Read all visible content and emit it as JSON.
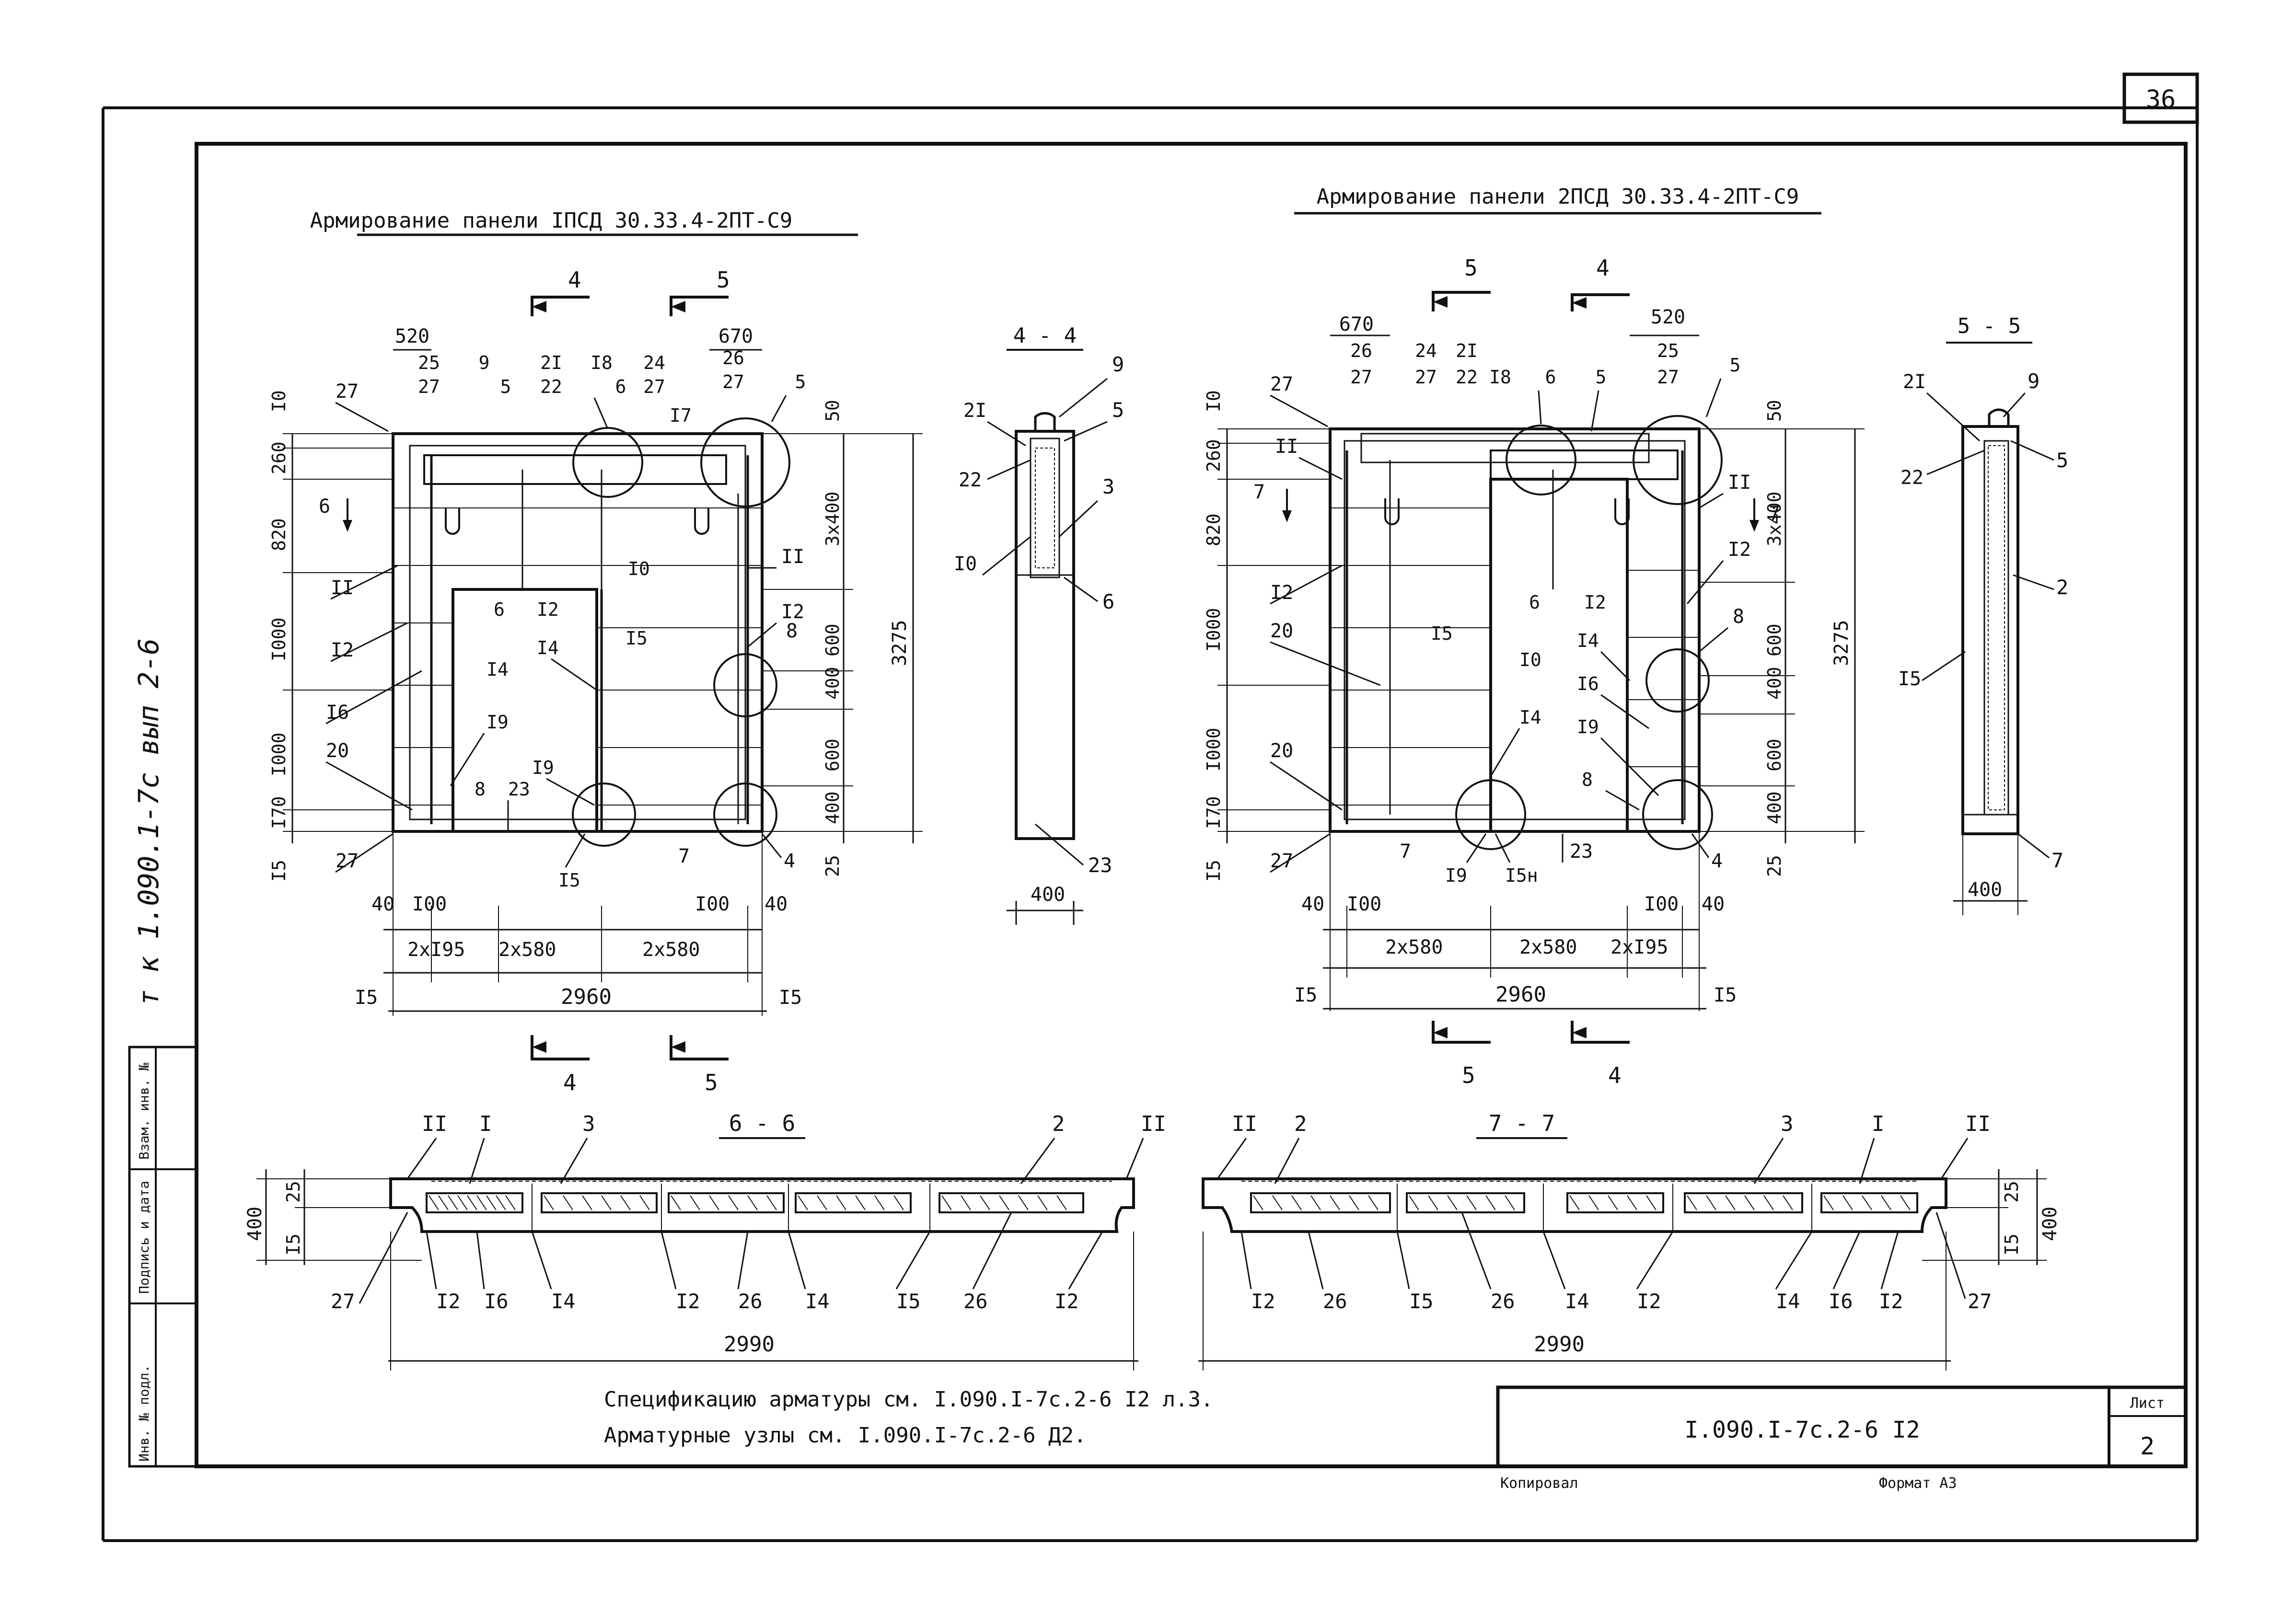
{
  "sheet": {
    "page_number": "36",
    "side_stamp": "т к 1.090.1-7с вып 2-6",
    "side_labels": [
      "Инв. № подл.",
      "Подпись и дата",
      "Взам. инв. №"
    ],
    "notes": [
      "Спецификацию арматуры см. I.090.I-7с.2-6 I2 л.3.",
      "Арматурные узлы см. I.090.I-7с.2-6 Д2."
    ],
    "title_block": {
      "code": "I.090.I-7с.2-6 I2",
      "sheet_label": "Лист",
      "sheet_no": "2",
      "copied": "Копировал",
      "format": "Формат А3"
    }
  },
  "panel_left": {
    "title": "Армирование панели IПСД 30.33.4-2ПТ-С9",
    "section_marks": [
      "4",
      "5"
    ],
    "top_dims": [
      "520",
      "670"
    ],
    "top_labels": [
      "25",
      "27",
      "9",
      "2I",
      "22",
      "I8",
      "24",
      "27",
      "26",
      "27",
      "5",
      "6",
      "I7",
      "5"
    ],
    "left_dims": [
      "I0",
      "260",
      "820",
      "I000",
      "I000",
      "I70",
      "I5"
    ],
    "right_dims": [
      "50",
      "3x400",
      "600",
      "400",
      "600",
      "400",
      "25"
    ],
    "overall_height": "3275",
    "left_labels": [
      "27",
      "II",
      "I2",
      "I6",
      "20",
      "27"
    ],
    "inner_labels": [
      "6",
      "I0",
      "II",
      "6",
      "I2",
      "I4",
      "I5",
      "I2",
      "8",
      "I4",
      "I9",
      "I9",
      "8",
      "23",
      "I5",
      "7",
      "4"
    ],
    "bottom_dims": [
      "40",
      "I00",
      "2xI95",
      "2x580",
      "2x580",
      "I00",
      "40"
    ],
    "overall_width": "2960",
    "edge_labels": [
      "I5",
      "I5"
    ]
  },
  "panel_right": {
    "title": "Армирование панели 2ПСД 30.33.4-2ПТ-С9",
    "section_marks": [
      "5",
      "4"
    ],
    "top_dims": [
      "670",
      "520"
    ],
    "top_labels": [
      "26",
      "27",
      "24",
      "2I",
      "27",
      "22",
      "I8",
      "6",
      "5",
      "25",
      "27",
      "5"
    ],
    "left_dims": [
      "I0",
      "260",
      "820",
      "I000",
      "I000",
      "I70",
      "I5"
    ],
    "right_dims": [
      "50",
      "3x400",
      "600",
      "400",
      "600",
      "400",
      "25"
    ],
    "overall_height": "3275",
    "left_labels": [
      "27",
      "II",
      "7",
      "I2",
      "20",
      "20",
      "27"
    ],
    "inner_labels": [
      "II",
      "7",
      "I2",
      "I5",
      "6",
      "I0",
      "I2",
      "I4",
      "I6",
      "8",
      "I9",
      "I4",
      "8",
      "I9",
      "I5н",
      "7",
      "23",
      "4"
    ],
    "bottom_dims": [
      "40",
      "I00",
      "2x580",
      "2x580",
      "2xI95",
      "I00",
      "40"
    ],
    "overall_width": "2960",
    "edge_labels": [
      "I5",
      "I5"
    ]
  },
  "section_4_4": {
    "title": "4 - 4",
    "labels": [
      "2I",
      "9",
      "5",
      "22",
      "3",
      "I0",
      "6",
      "23"
    ],
    "width": "400"
  },
  "section_5_5": {
    "title": "5 - 5",
    "labels": [
      "2I",
      "9",
      "22",
      "5",
      "2",
      "I5",
      "7"
    ],
    "width": "400"
  },
  "section_6_6": {
    "title": "6 - 6",
    "top_labels": [
      "II",
      "I",
      "3",
      "2",
      "II"
    ],
    "bottom_labels": [
      "27",
      "I2",
      "I6",
      "I4",
      "I2",
      "26",
      "I4",
      "I5",
      "26",
      "I2"
    ],
    "left_dims": [
      "400",
      "25",
      "I5"
    ],
    "width": "2990"
  },
  "section_7_7": {
    "title": "7 - 7",
    "top_labels": [
      "II",
      "2",
      "3",
      "I",
      "II"
    ],
    "bottom_labels": [
      "I2",
      "26",
      "I5",
      "26",
      "I4",
      "I2",
      "I4",
      "I6",
      "I2",
      "27"
    ],
    "right_dims": [
      "25",
      "I5",
      "400"
    ],
    "width": "2990"
  }
}
